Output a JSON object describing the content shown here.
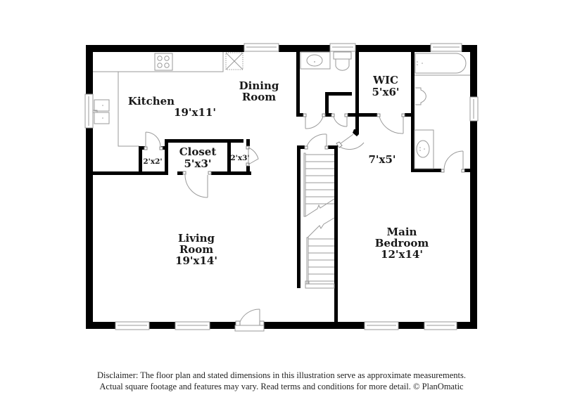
{
  "floor_plan": {
    "rooms": [
      {
        "id": "kitchen",
        "name": "Kitchen",
        "dimensions": "19'x11'"
      },
      {
        "id": "dining-room",
        "name": "Dining Room",
        "name_lines": [
          "Dining",
          "Room"
        ]
      },
      {
        "id": "closet",
        "name": "Closet",
        "dimensions": "5'x3'"
      },
      {
        "id": "closet-small-left",
        "dimensions": "2'x2'"
      },
      {
        "id": "closet-small-right",
        "dimensions": "2'x3'"
      },
      {
        "id": "living-room",
        "name": "Living Room",
        "name_lines": [
          "Living",
          "Room"
        ],
        "dimensions": "19'x14'"
      },
      {
        "id": "wic",
        "name": "WIC",
        "dimensions": "5'x6'"
      },
      {
        "id": "hall",
        "dimensions": "7'x5'"
      },
      {
        "id": "main-bedroom",
        "name": "Main Bedroom",
        "name_lines": [
          "Main",
          "Bedroom"
        ],
        "dimensions": "12'x14'"
      }
    ],
    "fixtures": [
      "stove",
      "fridge",
      "kitchen-sink",
      "bathroom-sink",
      "toilet",
      "bathtub",
      "toilet-master",
      "master-sink",
      "staircase"
    ]
  },
  "footer": {
    "line1": "Disclaimer: The floor plan and stated dimensions in this illustration serve as approximate measurements.",
    "line2": "Actual square footage and features may vary. Read terms and conditions for more detail. © PlanOmatic"
  },
  "colors": {
    "wall": "#000000",
    "fixture_line": "#9a9a9a",
    "background": "#ffffff",
    "text": "#1a1a1a"
  }
}
